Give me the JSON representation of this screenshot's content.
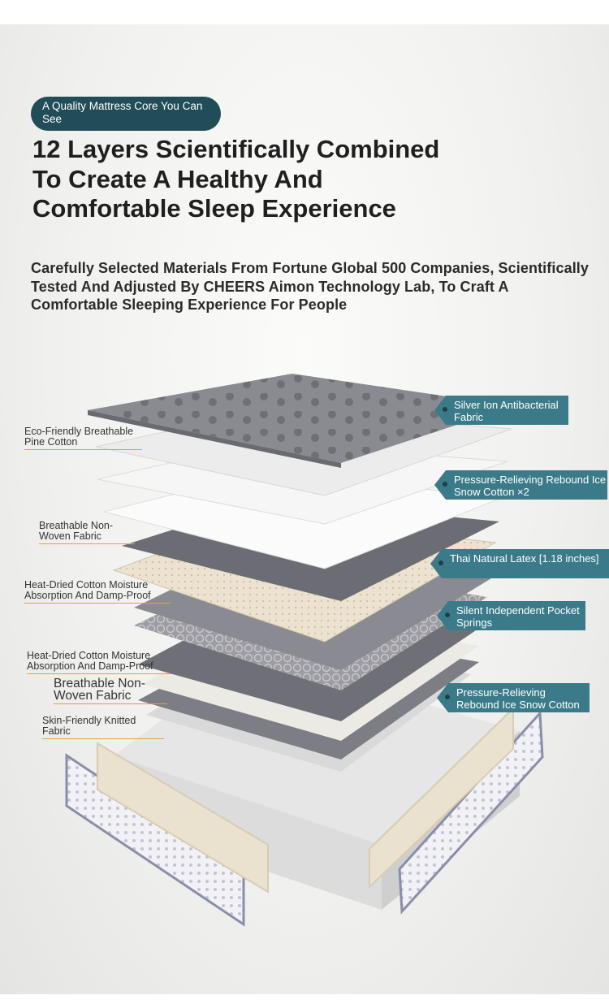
{
  "badge": "A Quality Mattress Core You Can See",
  "headline": "12 Layers Scientifically Combined To Create A Healthy And Comfortable Sleep Experience",
  "subhead": "Carefully Selected Materials From Fortune Global 500 Companies, Scientifically Tested And Adjusted By CHEERS Aimon Technology Lab, To Craft A Comfortable Sleeping Experience For People",
  "left_labels": [
    {
      "text": "Eco-Friendly Breathable Pine Cotton"
    },
    {
      "text": "Breathable Non-Woven Fabric"
    },
    {
      "text": "Heat-Dried Cotton Moisture Absorption And Damp-Proof"
    },
    {
      "text": "Heat-Dried Cotton Moisture Absorption And Damp-Proof"
    },
    {
      "text": "Breathable Non-Woven Fabric"
    },
    {
      "text": "Skin-Friendly Knitted Fabric"
    }
  ],
  "right_labels": [
    {
      "text": "Silver Ion Antibacterial Fabric"
    },
    {
      "text": "Pressure-Relieving Rebound Ice Snow Cotton ×2"
    },
    {
      "text": "Thai Natural Latex [1.18 inches]"
    },
    {
      "text": "Silent Independent Pocket Springs"
    },
    {
      "text": "Pressure-Relieving Rebound Ice Snow Cotton"
    }
  ],
  "colors": {
    "badge": "#204d57",
    "right_tag": "#3b7b89",
    "leader_line": "#e2a23a"
  }
}
